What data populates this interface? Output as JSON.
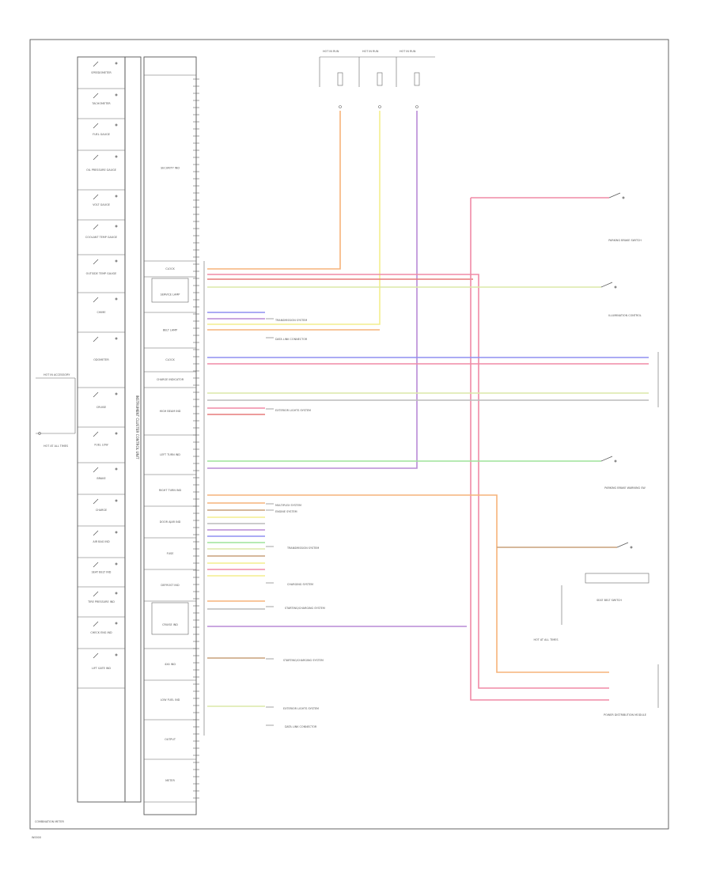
{
  "page": {
    "footer_title": "COMBINATION METER",
    "footer_code": "W0000"
  },
  "fuses": [
    {
      "label": "HOT IN RUN"
    },
    {
      "label": "HOT IN RUN"
    },
    {
      "label": "HOT IN RUN"
    }
  ],
  "gauge_panel": {
    "items": [
      {
        "label": "SPEEDOMETER"
      },
      {
        "label": "TACHOMETER"
      },
      {
        "label": "FUEL GAUGE"
      },
      {
        "label": "OIL PRESSURE GAUGE"
      },
      {
        "label": "VOLT GAUGE"
      },
      {
        "label": "COOLANT TEMP GAUGE"
      },
      {
        "label": "OUTSIDE TEMP GAUGE"
      },
      {
        "label": "CHIME"
      },
      {
        "label": "ODOMETER"
      },
      {
        "label": "CRUISE"
      },
      {
        "label": "FUEL LOW"
      },
      {
        "label": "BRAKE"
      },
      {
        "label": "CHARGE"
      },
      {
        "label": "AIR BAG IND"
      },
      {
        "label": "SEAT BELT IND"
      },
      {
        "label": "TIRE PRESSURE IND"
      },
      {
        "label": "CHECK ENG IND"
      },
      {
        "label": "LIFT GATE IND"
      }
    ]
  },
  "module": {
    "label": "INSTRUMENT CLUSTER CONTROL UNIT",
    "items": [
      {
        "label": "SECURITY IND"
      },
      {
        "label": "CLOCK"
      },
      {
        "label": "SERVICE LAMP"
      },
      {
        "label": "BELT LAMP"
      },
      {
        "label": "CLOCK"
      },
      {
        "label": "CHARGE INDICATOR"
      },
      {
        "label": "HIGH BEAM IND"
      },
      {
        "label": "LEFT TURN IND"
      },
      {
        "label": "RIGHT TURN IND"
      },
      {
        "label": "DOOR AJAR IND"
      },
      {
        "label": "FUSE"
      },
      {
        "label": "DEFROST IND"
      },
      {
        "label": "CRUISE IND"
      },
      {
        "label": "4X4 IND"
      },
      {
        "label": "LOW FUEL IND"
      },
      {
        "label": "OUTPUT"
      },
      {
        "label": "METER"
      }
    ]
  },
  "system_labels": [
    {
      "label": "TRANSMISSION SYSTEM"
    },
    {
      "label": "DATA LINK CONNECTOR"
    },
    {
      "label": "EXTERIOR LIGHTS SYSTEM"
    },
    {
      "label": "MULTIPLEX SYSTEM"
    },
    {
      "label": "ENGINE SYSTEM"
    },
    {
      "label": "TRANSMISSION SYSTEM"
    },
    {
      "label": "CHARGING SYSTEM"
    },
    {
      "label": "STARTING/CHARGING SYSTEM"
    },
    {
      "label": "STARTING/CHARGING SYSTEM"
    },
    {
      "label": "EXTERIOR LIGHTS SYSTEM"
    },
    {
      "label": "DATA LINK CONNECTOR"
    }
  ],
  "right_components": [
    {
      "label": "PARKING BRAKE SWITCH"
    },
    {
      "label": "ILLUMINATION CONTROL"
    },
    {
      "label": "PARKING BRAKE WARNING SW"
    },
    {
      "label": "SEAT BELT SWITCH"
    },
    {
      "label": "HOT AT ALL TIMES"
    },
    {
      "label": "POWER DISTRIBUTION MODULE"
    }
  ],
  "left_components": [
    {
      "label": "HOT IN ACCESSORY"
    },
    {
      "label": "HOT AT ALL TIMES"
    }
  ],
  "colors": {
    "orange": "#f6b37a",
    "yellow": "#f3ee8e",
    "violet": "#b98ad6",
    "pink": "#f08aa6",
    "green": "#9ee39a",
    "blue": "#8f8ff0",
    "brown": "#c9a07a",
    "lightgreen": "#dce9a9",
    "gray": "#bcbcbc",
    "red": "#e77a7a"
  }
}
